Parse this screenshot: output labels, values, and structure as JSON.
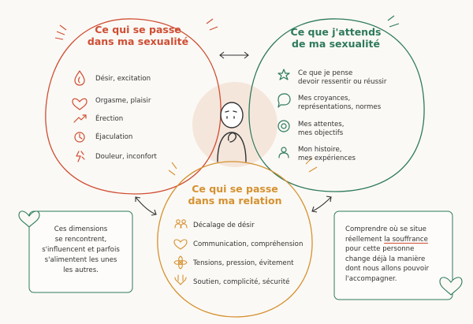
{
  "sexuality": {
    "title_line1": "Ce qui se passe",
    "title_line2": "dans ma sexualité",
    "items": [
      "Désir, excitation",
      "Orgasme, plaisir",
      "Érection",
      "Éjaculation",
      "Douleur, inconfort"
    ]
  },
  "expectations": {
    "title_line1": "Ce que j'attends",
    "title_line2": "de ma sexualité",
    "items": [
      {
        "line1": "Ce que je pense",
        "line2": "devoir ressentir ou réussir"
      },
      {
        "line1": "Mes croyances,",
        "line2": "représentations, normes"
      },
      {
        "line1": "Mes attentes,",
        "line2": "mes objectifs"
      },
      {
        "line1": "Mon histoire,",
        "line2": "mes expériences"
      }
    ]
  },
  "relationship": {
    "title_line1": "Ce qui se passe",
    "title_line2": "dans ma relation",
    "items": [
      "Décalage de désir",
      "Communication, compréhension",
      "Tensions, pression, évitement",
      "Soutien, complicité, sécurité"
    ]
  },
  "note_left": {
    "lines": [
      "Ces dimensions",
      "se rencontrent,",
      "s'influencent et parfois",
      "s'alimentent les unes",
      "les autres."
    ]
  },
  "note_right": {
    "line1": "Comprendre où se situe",
    "line2_pre": "réellement ",
    "line2_u": "la souffrance",
    "line3": "pour cette personne",
    "line4": "change déjà la manière",
    "line5": "dont nous allons pouvoir",
    "line6": "l'accompagner."
  },
  "colors": {
    "red": "#cf4d33",
    "green": "#2d7a5c",
    "gold": "#d59130",
    "ink": "#333333"
  }
}
